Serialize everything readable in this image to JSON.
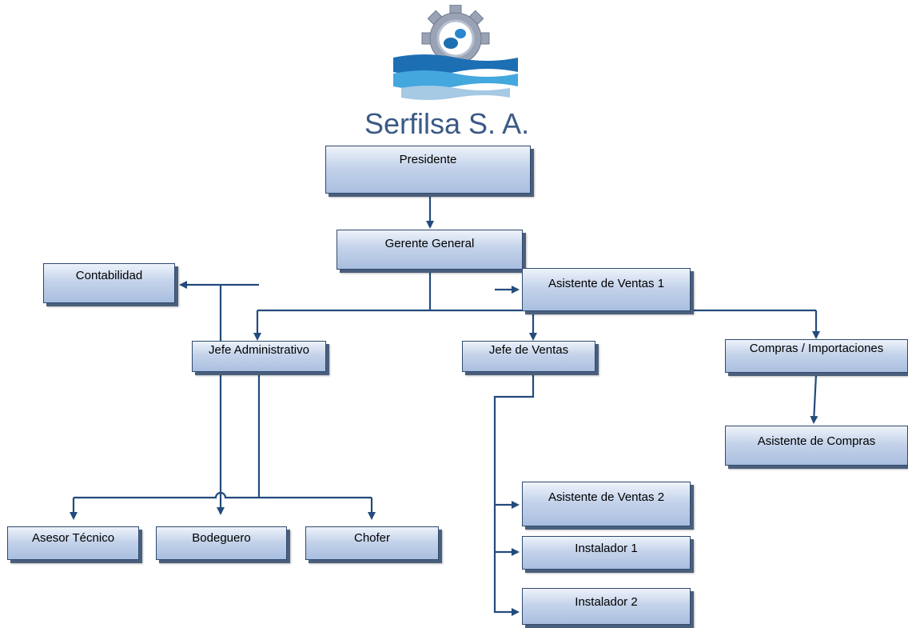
{
  "company": "Serfilsa S. A.",
  "logo": {
    "name": "serfilsa-gear-wave-logo",
    "colors": [
      "#8a93a6",
      "#1d6fb3",
      "#44a7de",
      "#a6c9e4"
    ]
  },
  "colors": {
    "line": "#234b7c",
    "box_top": "#eef3fb",
    "box_bottom": "#a9bedf",
    "text_company": "#3a5a86"
  },
  "nodes": {
    "presidente": "Presidente",
    "gerente": "Gerente General",
    "jefe_admin": "Jefe Administrativo",
    "jefe_ventas": "Jefe de Ventas",
    "compras": "Compras / Importaciones",
    "contabilidad": "Contabilidad",
    "asesor": "Asesor Técnico",
    "bodeguero": "Bodeguero",
    "chofer": "Chofer",
    "asist_ventas_1": "Asistente de Ventas 1",
    "asist_ventas_2": "Asistente de Ventas 2",
    "instalador_1": "Instalador 1",
    "instalador_2": "Instalador 2",
    "asist_compras": "Asistente de Compras"
  }
}
